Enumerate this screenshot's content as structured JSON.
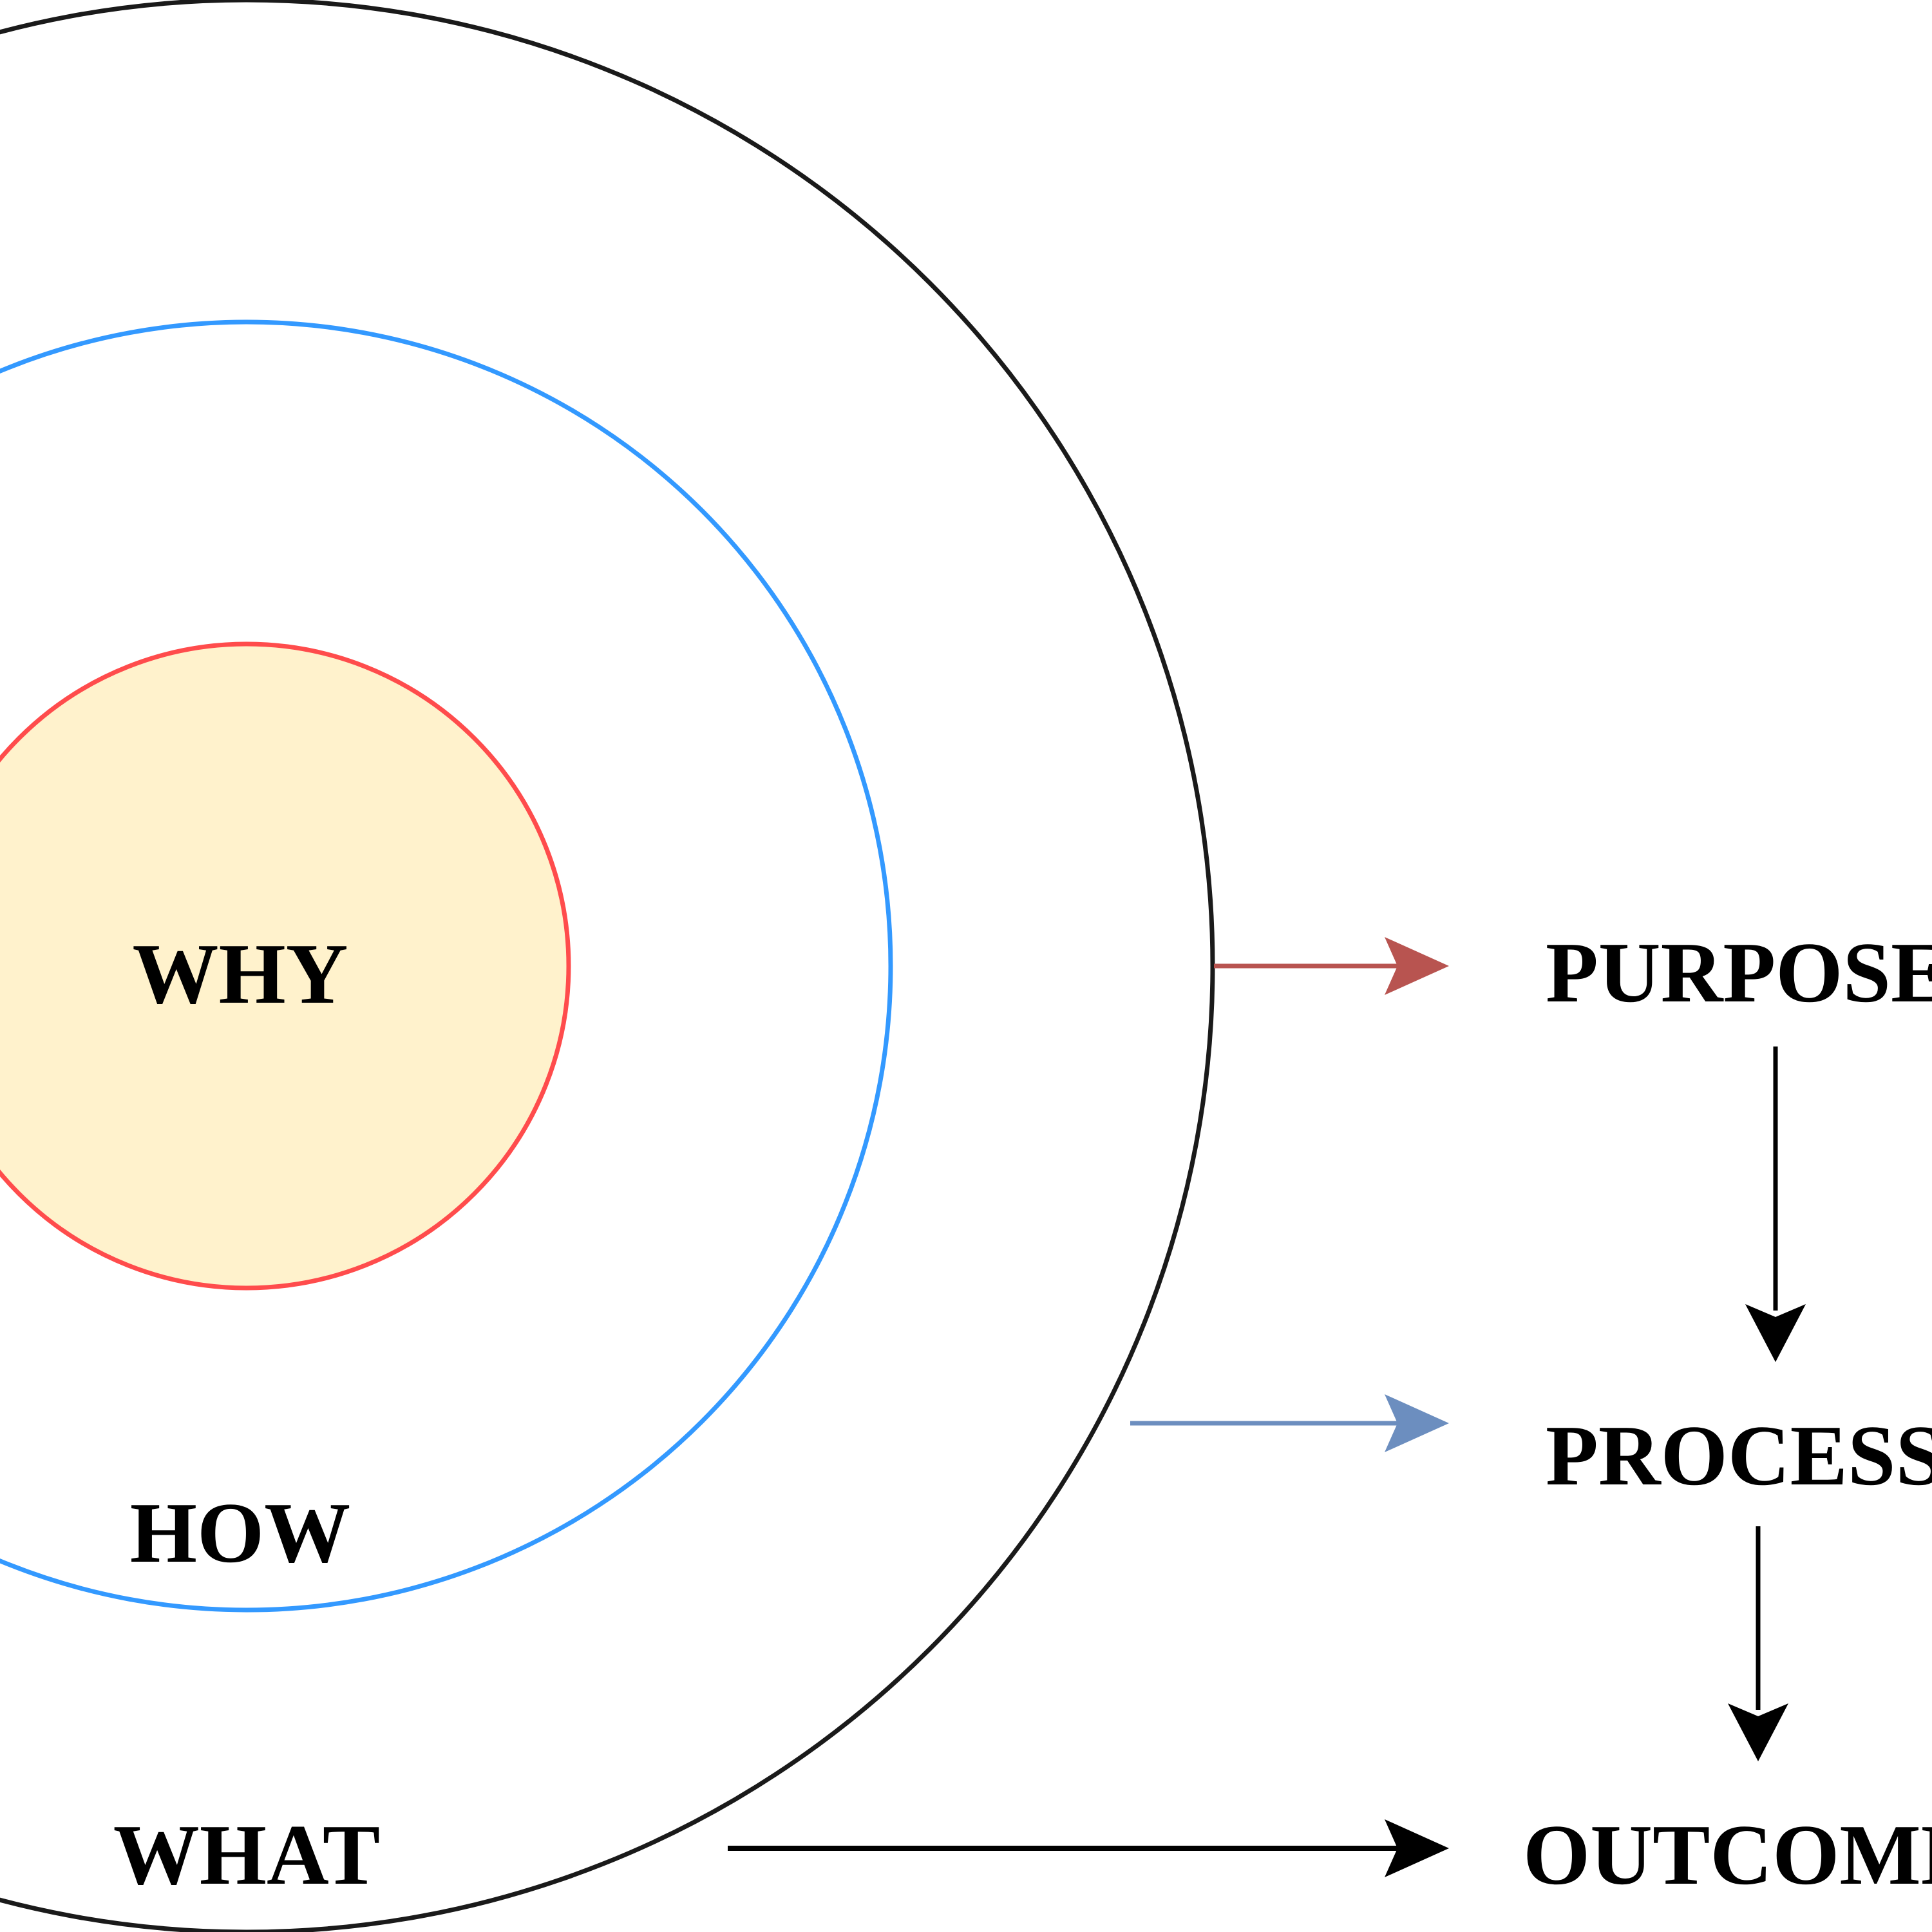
{
  "circles": {
    "inner": {
      "label": "WHY",
      "stroke": "#ff4c4c",
      "fill": "#fff2cc"
    },
    "middle": {
      "label": "HOW",
      "stroke": "#3399ff"
    },
    "outer": {
      "label": "WHAT",
      "stroke": "#1a1a1a"
    }
  },
  "outcomes": {
    "purpose": "PURPOSE",
    "process": "PROCESS",
    "outcome": "OUTCOME"
  },
  "arrow_colors": {
    "purpose": "#b85450",
    "process": "#6c8ebf",
    "outcome": "#000000",
    "vertical": "#000000"
  }
}
